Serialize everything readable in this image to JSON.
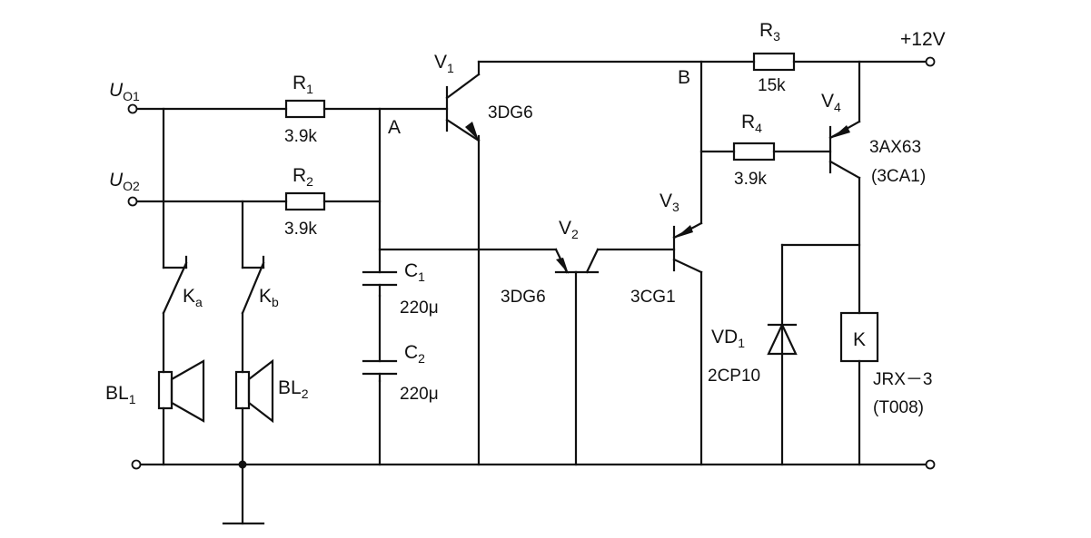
{
  "supply": {
    "label": "+12V"
  },
  "inputs": {
    "uo1": {
      "main": "U",
      "sub": "O1"
    },
    "uo2": {
      "main": "U",
      "sub": "O2"
    }
  },
  "nodes": {
    "a": "A",
    "b": "B"
  },
  "resistors": {
    "r1": {
      "main": "R",
      "sub": "1",
      "value": "3.9k"
    },
    "r2": {
      "main": "R",
      "sub": "2",
      "value": "3.9k"
    },
    "r3": {
      "main": "R",
      "sub": "3",
      "value": "15k"
    },
    "r4": {
      "main": "R",
      "sub": "4",
      "value": "3.9k"
    }
  },
  "capacitors": {
    "c1": {
      "main": "C",
      "sub": "1",
      "value": "220μ"
    },
    "c2": {
      "main": "C",
      "sub": "2",
      "value": "220μ"
    }
  },
  "transistors": {
    "v1": {
      "main": "V",
      "sub": "1",
      "type": "3DG6"
    },
    "v2": {
      "main": "V",
      "sub": "2",
      "type": "3DG6"
    },
    "v3": {
      "main": "V",
      "sub": "3",
      "type": "3CG1"
    },
    "v4": {
      "main": "V",
      "sub": "4",
      "type": "3AX63",
      "alt": "(3CA1)"
    }
  },
  "switches": {
    "ka": {
      "main": "K",
      "sub": "a"
    },
    "kb": {
      "main": "K",
      "sub": "b"
    }
  },
  "speakers": {
    "bl1": {
      "main": "BL",
      "sub": "1"
    },
    "bl2": {
      "main": "BL",
      "sub": "2"
    }
  },
  "diode": {
    "main": "VD",
    "sub": "1",
    "type": "2CP10"
  },
  "relay": {
    "symbol": "K",
    "model": "JRX－3",
    "alt": "(T008)"
  }
}
